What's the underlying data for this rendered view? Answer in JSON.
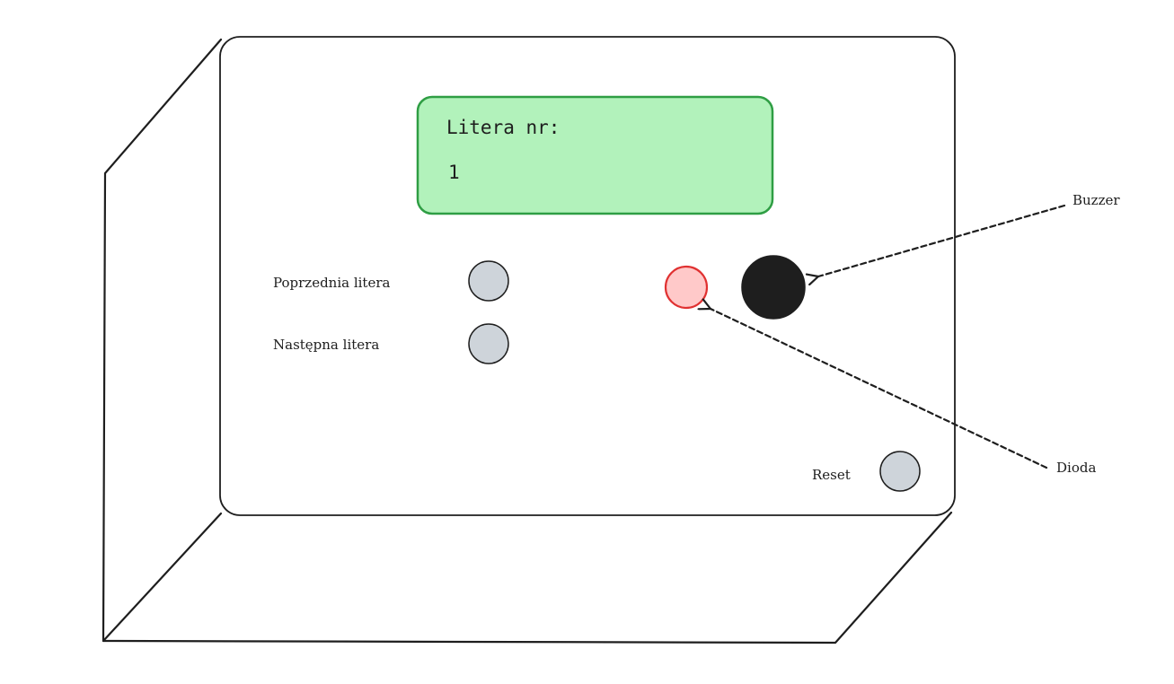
{
  "display": {
    "line1": "Litera nr:",
    "line2": "1",
    "fill": "#b2f2bb",
    "stroke": "#2f9e44"
  },
  "buttons": {
    "previous_label": "Poprzednia litera",
    "next_label": "Następna litera",
    "reset_label": "Reset",
    "fill": "#ced4da"
  },
  "led": {
    "label": "Dioda",
    "fill": "#ffc9c9",
    "stroke": "#e03131"
  },
  "buzzer": {
    "label": "Buzzer",
    "fill": "#1e1e1e"
  },
  "stroke_color": "#1e1e1e"
}
